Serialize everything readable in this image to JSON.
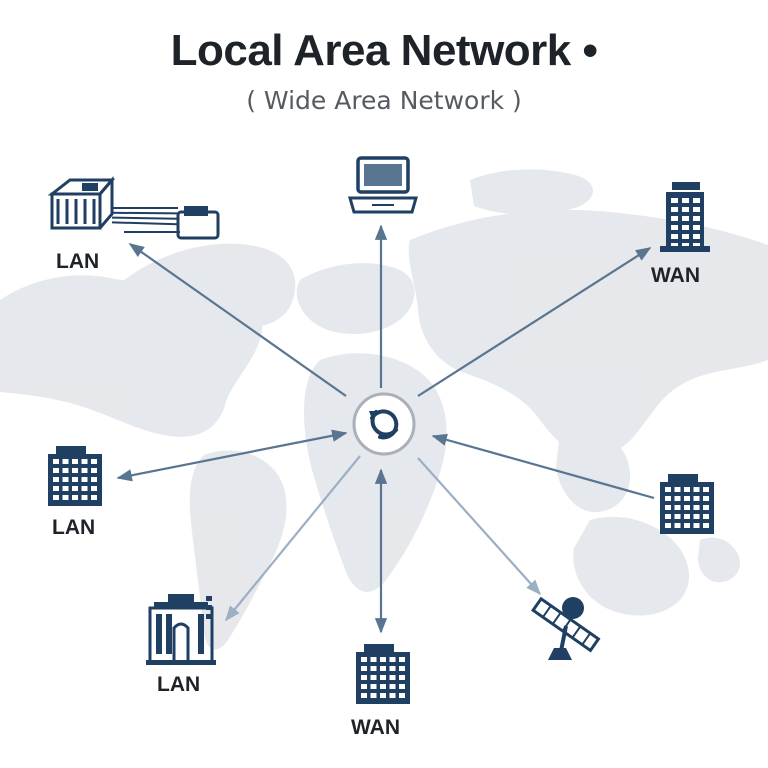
{
  "title": "Local Area Network •",
  "subtitle": "( Wide Area Network )",
  "colors": {
    "primary": "#1f3f63",
    "link": "#5a7591",
    "link_light": "#9cafc3",
    "map": "#e3e6ea",
    "hub_ring": "#a9b0b8"
  },
  "hub": {
    "icon": "sync-icon"
  },
  "nodes": [
    {
      "id": "top-left",
      "label": "LAN",
      "icon": "server-modem-icon"
    },
    {
      "id": "top",
      "label": "",
      "icon": "laptop-icon"
    },
    {
      "id": "top-right",
      "label": "WAN",
      "icon": "office-tower-icon"
    },
    {
      "id": "mid-left",
      "label": "LAN",
      "icon": "office-building-icon"
    },
    {
      "id": "mid-right",
      "label": "",
      "icon": "office-building-icon"
    },
    {
      "id": "bottom-left",
      "label": "LAN",
      "icon": "classical-building-icon"
    },
    {
      "id": "bottom",
      "label": "WAN",
      "icon": "office-building-icon"
    },
    {
      "id": "bottom-right",
      "label": "",
      "icon": "satellite-icon"
    }
  ]
}
